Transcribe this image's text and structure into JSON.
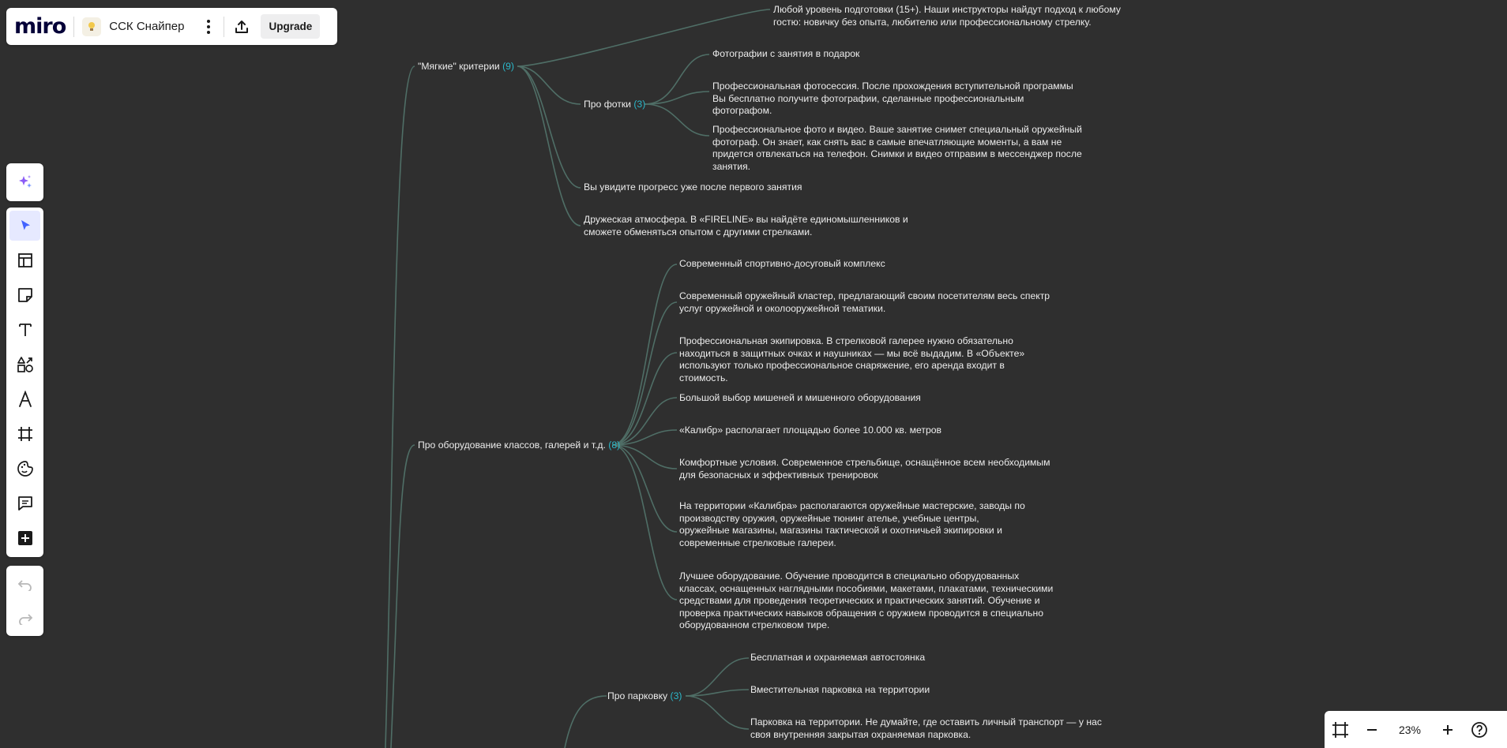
{
  "app": {
    "logo": "miro",
    "board_title": "ССК Снайпер",
    "upgrade_label": "Upgrade",
    "zoom_level": "23%"
  },
  "mindmap": {
    "branches": [
      {
        "label": "\"Мягкие\" критерии",
        "count": "(9)",
        "items": [
          {
            "text": "Любой уровень подготовки (15+). Наши инструкторы найдут подход к любому гостю: новичку без опыта, любителю или профессиональному стрелку."
          },
          {
            "label": "Про фотки",
            "count": "(3)",
            "items": [
              {
                "text": "Фотографии с занятия в подарок"
              },
              {
                "text": "Профессиональная фотосессия. После прохождения вступительной программы Вы бесплатно получите фотографии, сделанные профессиональным фотографом."
              },
              {
                "text": "Профессиональное фото и видео. Ваше занятие снимет специальный оружейный фотограф. Он знает, как снять вас в самые впечатляющие моменты, а вам не придется отвлекаться на телефон. Снимки и видео отправим в мессенджер после занятия."
              }
            ]
          },
          {
            "text": "Вы увидите прогресс уже после первого занятия"
          },
          {
            "text": "Дружеская атмосфера. В «FIRELINE» вы найдёте единомышленников и сможете обменяться опытом с другими стрелками."
          }
        ]
      },
      {
        "label": "Про оборудование классов, галерей и т.д.",
        "count": "(8)",
        "items": [
          {
            "text": "Современный спортивно-досуговый комплекс"
          },
          {
            "text": "Современный оружейный кластер, предлагающий своим посетителям весь спектр услуг оружейной и околооружейной тематики."
          },
          {
            "text": "Профессиональная экипировка. В стрелковой галерее нужно обязательно находиться в защитных очках и наушниках — мы всё выдадим. В «Объекте» используют только профессиональное снаряжение, его аренда входит в стоимость."
          },
          {
            "text": "Большой выбор мишеней и мишенного оборудования"
          },
          {
            "text": "«Калибр» располагает площадью более 10.000 кв. метров"
          },
          {
            "text": "Комфортные условия. Современное стрельбище, оснащённое всем необходимым для безопасных и эффективных тренировок"
          },
          {
            "text": "На территории «Калибра» располагаются оружейные мастерские, заводы по производству оружия, оружейные тюнинг ателье, учебные центры, оружейные магазины, магазины тактической и охотничьей экипировки и современные стрелковые галереи."
          },
          {
            "text": "Лучшее оборудование. Обучение проводится в специально оборудованных классах, оснащенных наглядными пособиями, макетами, плакатами, техническими средствами для проведения теоретических и практических занятий. Обучение и проверка практических навыков обращения с оружием проводится в специально оборудованном стрелковом тире."
          }
        ]
      },
      {
        "label": "Про парковку",
        "count": "(3)",
        "items": [
          {
            "text": "Бесплатная и охраняемая автостоянка"
          },
          {
            "text": "Вместительная парковка на территории"
          },
          {
            "text": "Парковка на территории. Не думайте, где оставить личный транспорт — у нас своя внутренняя закрытая охраняемая парковка."
          }
        ]
      }
    ]
  },
  "toolbar": {
    "tools": [
      {
        "name": "ai-assist-icon"
      },
      {
        "name": "select-cursor-icon",
        "active": true
      },
      {
        "name": "templates-icon"
      },
      {
        "name": "sticky-note-icon"
      },
      {
        "name": "text-icon"
      },
      {
        "name": "shapes-icon"
      },
      {
        "name": "pen-icon"
      },
      {
        "name": "frame-icon"
      },
      {
        "name": "reactions-icon"
      },
      {
        "name": "comment-icon"
      },
      {
        "name": "more-apps-icon"
      },
      {
        "name": "undo-icon"
      },
      {
        "name": "redo-icon"
      }
    ]
  },
  "colors": {
    "canvas_bg": "#2f2f2f",
    "connector": "#4f6e66",
    "count_accent": "#2bb6c8",
    "active_tool_bg": "#e6e9ff",
    "select_tool": "#4262ff"
  }
}
